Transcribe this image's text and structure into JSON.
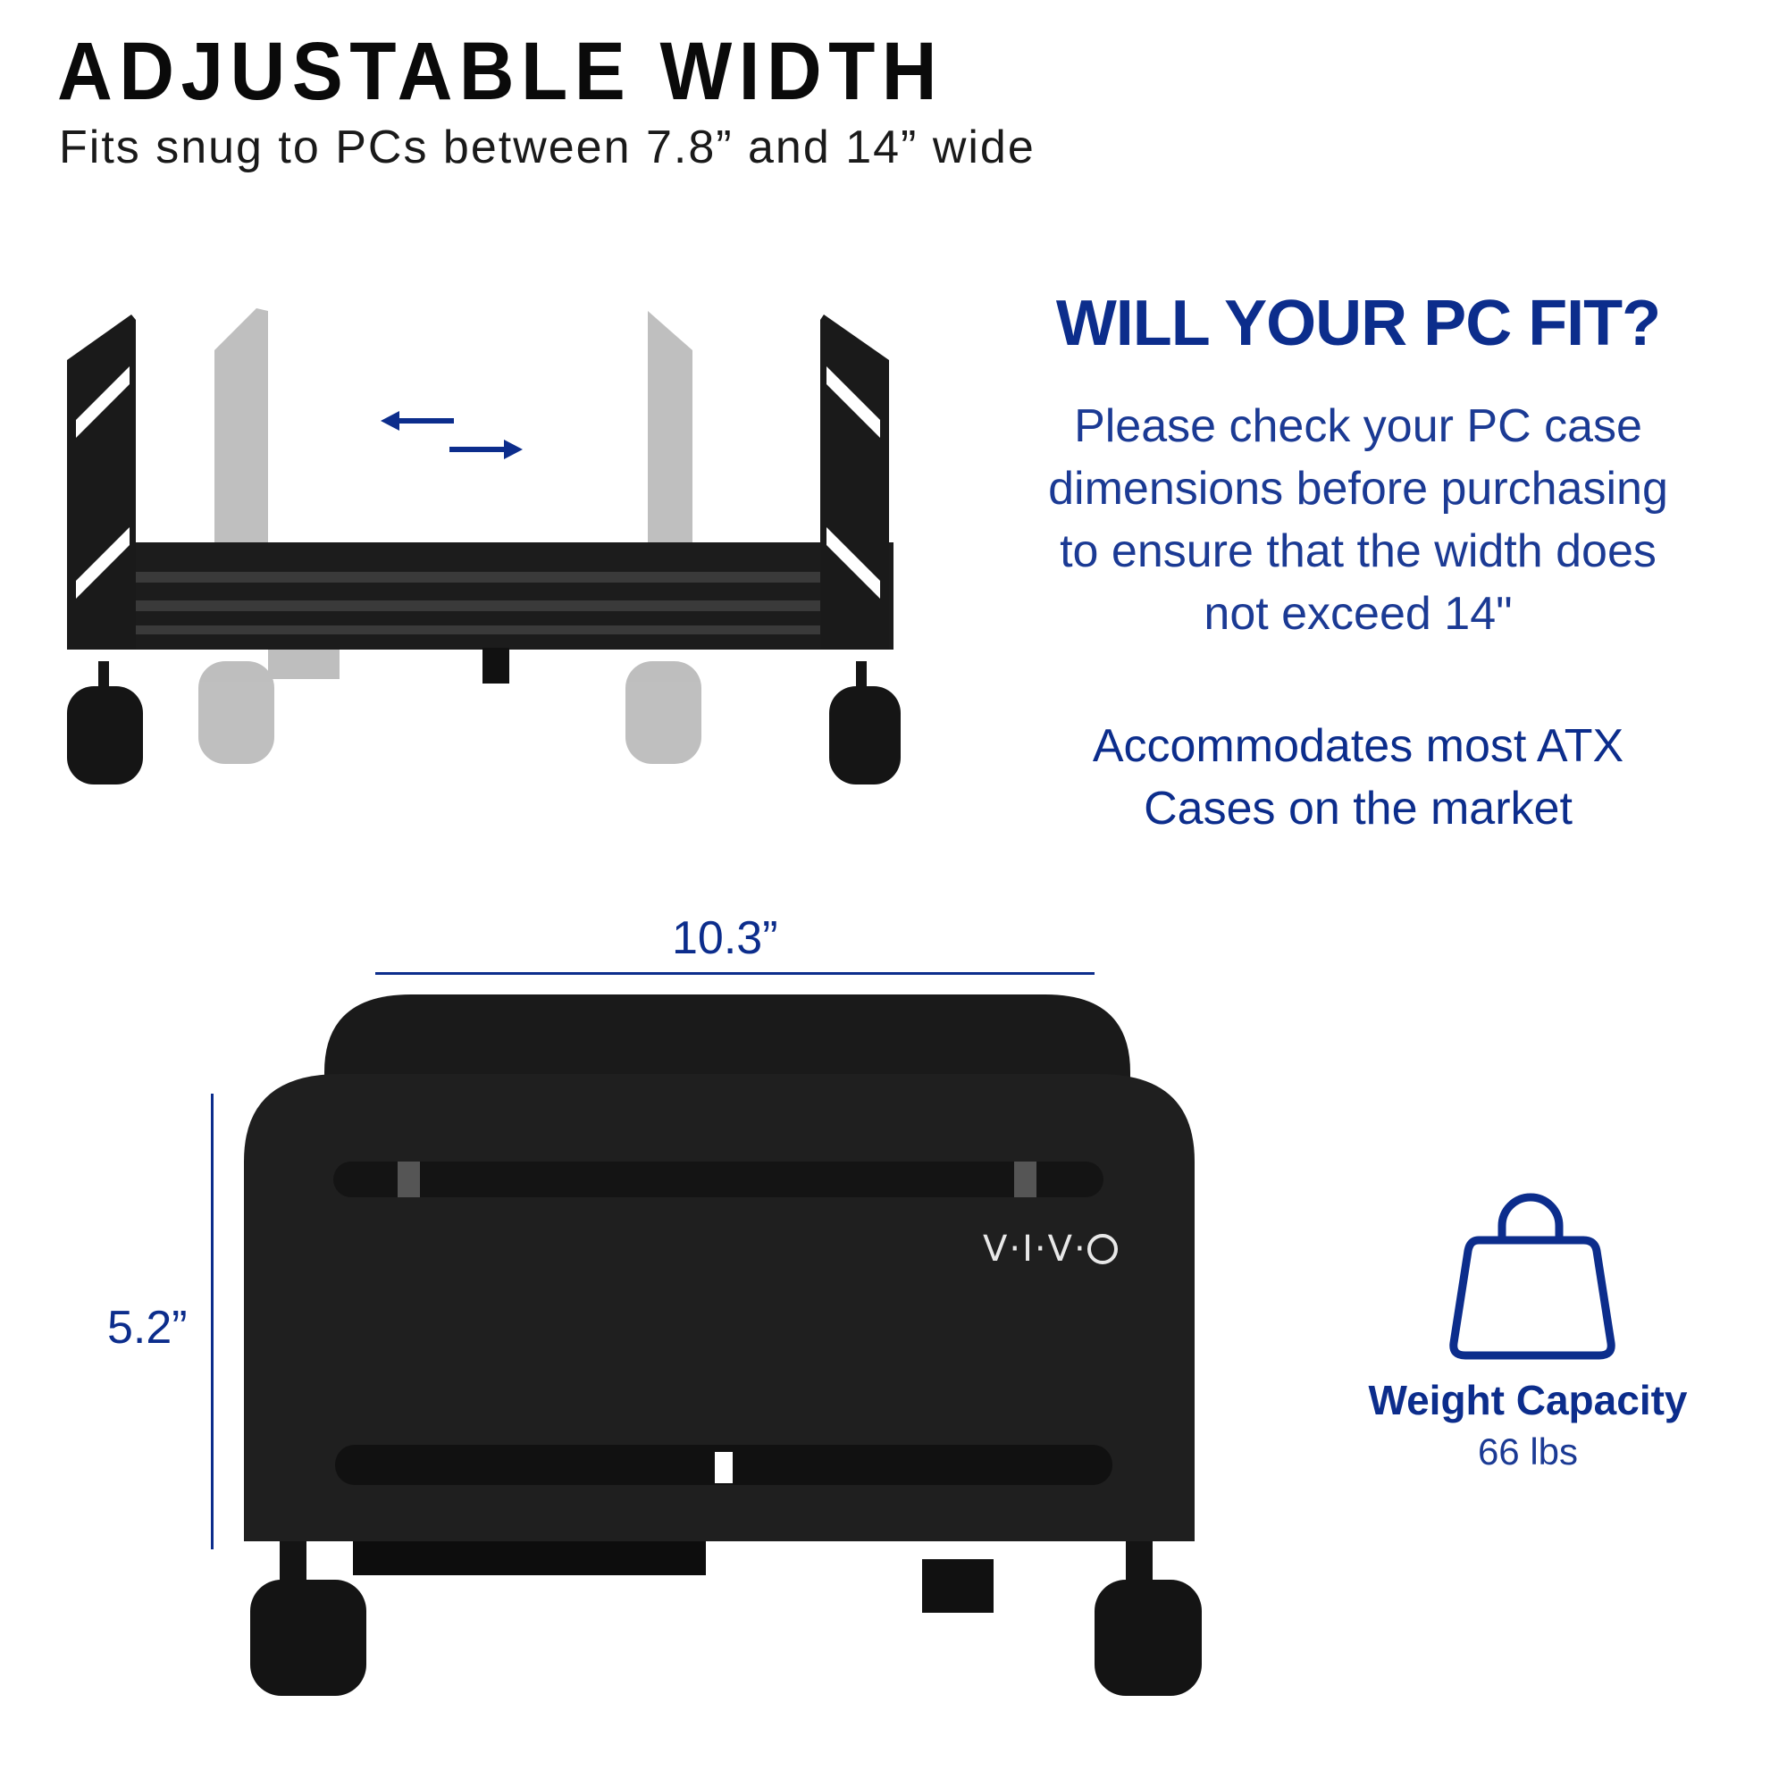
{
  "header": {
    "title": "ADJUSTABLE WIDTH",
    "subtitle": "Fits snug to PCs between 7.8” and 14” wide"
  },
  "fit_info": {
    "heading": "WILL YOUR PC FIT?",
    "body": "Please check your PC case dimensions before purchasing to ensure that the width does not exceed 14\"",
    "note": "Accommodates most ATX Cases on the market"
  },
  "dimensions": {
    "width_label": "10.3”",
    "height_label": "5.2”"
  },
  "weight": {
    "icon": "weight-icon",
    "title": "Weight Capacity",
    "value": "66 lbs"
  },
  "product": {
    "brand_logo": "V·I·V·",
    "adjust_arrows": [
      "arrow-left-icon",
      "arrow-right-icon"
    ]
  },
  "colors": {
    "accent": "#0c2d8c",
    "title_text": "#0a0a0a",
    "product_black": "#1c1c1c",
    "product_faded": "#8a8a8a",
    "background": "#ffffff"
  }
}
